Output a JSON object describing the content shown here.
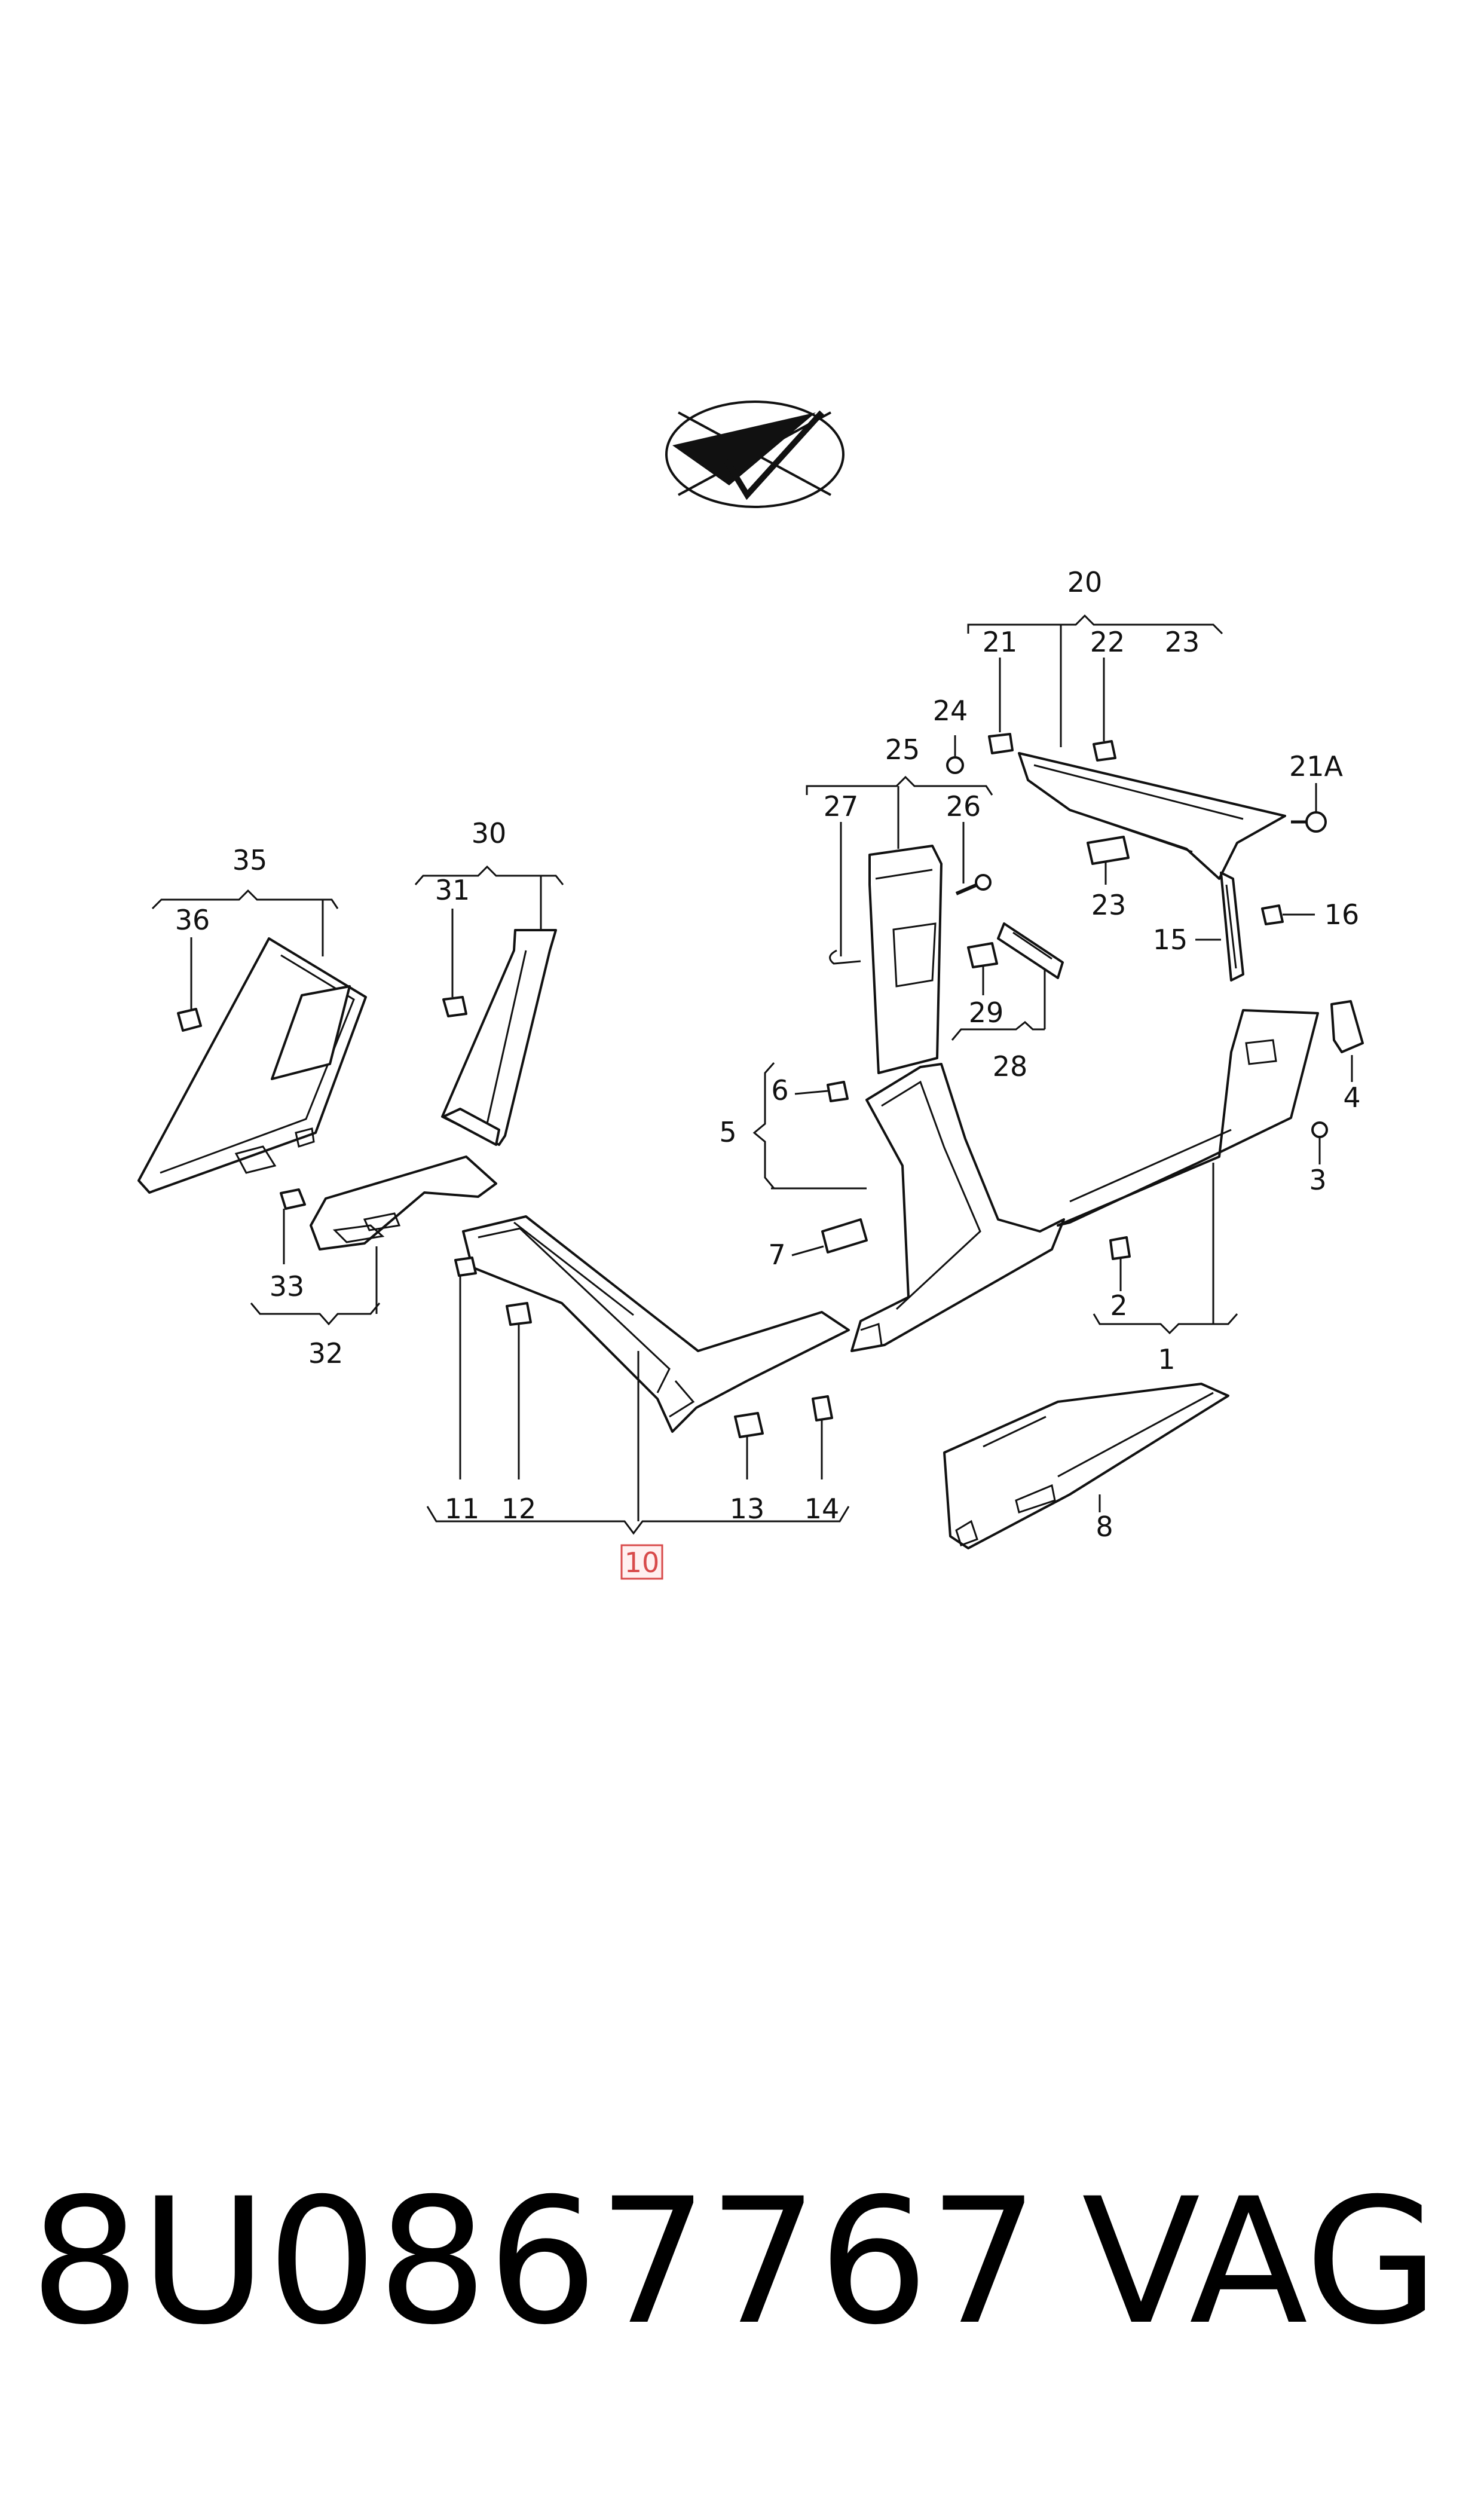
{
  "callouts": {
    "c1": "1",
    "c2": "2",
    "c3": "3",
    "c4": "4",
    "c5": "5",
    "c6": "6",
    "c7": "7",
    "c8": "8",
    "c10": "10",
    "c11": "11",
    "c12": "12",
    "c13": "13",
    "c14": "14",
    "c15": "15",
    "c16": "16",
    "c20": "20",
    "c21": "21",
    "c21a": "21A",
    "c22": "22",
    "c23a": "23",
    "c23b": "23",
    "c24": "24",
    "c25": "25",
    "c26": "26",
    "c27": "27",
    "c28": "28",
    "c29": "29",
    "c30": "30",
    "c31": "31",
    "c32": "32",
    "c33": "33",
    "c35": "35",
    "c36": "36"
  },
  "highlighted_callout": "10",
  "footer": {
    "part_number": "8U0867767",
    "brand": "VAG"
  },
  "colors": {
    "highlight": "#d84a4a",
    "ink": "#111111"
  }
}
